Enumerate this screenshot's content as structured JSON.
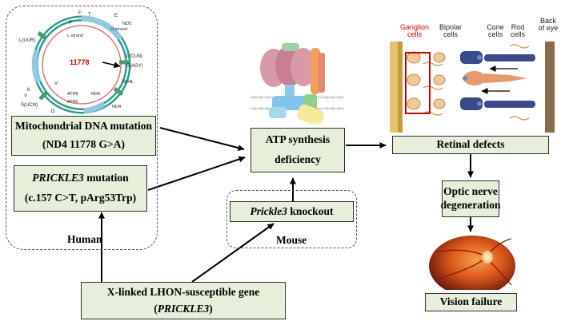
{
  "human_group": {
    "label": "Human",
    "mito_box": {
      "line1": "Mitochondrial DNA mutation",
      "line2": "(ND4 11778 G>A)"
    },
    "prickle_box": {
      "line1_italic": "PRICKLE3",
      "line1_rest": " mutation",
      "line2": "(c.157 C>T, pArg53Trp)"
    },
    "mtdna_map": {
      "position_label": "11778",
      "strand_labels": [
        "H-strand",
        "L-strand"
      ],
      "gene_labels": [
        "L(UUR)",
        "L(CUN)",
        "S(AGY)",
        "S(UCN)",
        "ATP8",
        "ATP6",
        "ND4L",
        "ND5",
        "ND6",
        "ND4",
        "F",
        "P",
        "T",
        "E",
        "V",
        "D",
        "K",
        "Y"
      ]
    }
  },
  "mouse_group": {
    "label": "Mouse",
    "knockout_box": {
      "italic": "Prickle3",
      "rest": " knockout"
    }
  },
  "atp_box": {
    "line1": "ATP synthesis",
    "line2": "deficiency"
  },
  "xlinked_box": {
    "line1": "X-linked LHON-susceptible gene",
    "line2_open": "(",
    "line2_italic": "PRICKLE3",
    "line2_close": ")"
  },
  "retina": {
    "labels": {
      "ganglion": "Ganglion\ncells",
      "bipolar": "Bipolar\ncells",
      "cone": "Cone\ncells",
      "rod": "Rod\ncells",
      "back": "Back\nof eye"
    },
    "retinal_box": "Retinal defects",
    "optic_box": {
      "line1": "Optic nerve",
      "line2": "degeneration"
    },
    "vision_box": "Vision failure"
  },
  "colors": {
    "box_fill": "#e5efd9",
    "highlight_red": "#d40000",
    "retina_orange": "#e89a6a"
  }
}
